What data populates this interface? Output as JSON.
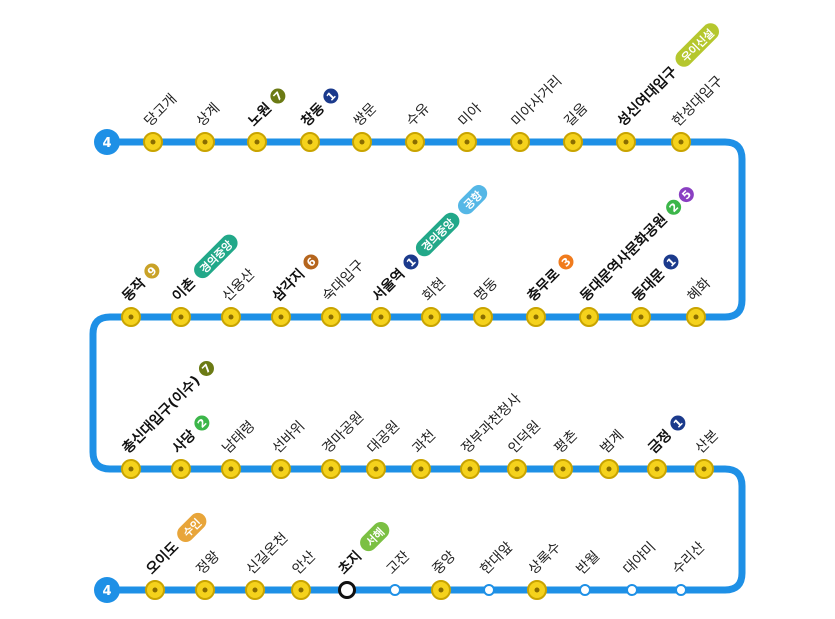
{
  "line": {
    "number": "4",
    "color": "#1e90e6",
    "station_fill": "#f5d21c",
    "station_ring": "#c9a400"
  },
  "terminals": {
    "top": "4",
    "bottom": "4"
  },
  "rows": [
    {
      "stations": [
        {
          "name": "당고개"
        },
        {
          "name": "상계"
        },
        {
          "name": "노원",
          "transfers": [
            {
              "type": "badge",
              "text": "7",
              "color": "#6b7a14"
            }
          ]
        },
        {
          "name": "창동",
          "transfers": [
            {
              "type": "badge",
              "text": "1",
              "color": "#1b3a8c"
            }
          ]
        },
        {
          "name": "쌍문"
        },
        {
          "name": "수유"
        },
        {
          "name": "미아"
        },
        {
          "name": "미아사거리"
        },
        {
          "name": "길음"
        },
        {
          "name": "성신여대입구",
          "transfers": [
            {
              "type": "pill",
              "text": "우이신설",
              "color": "#b5c72e"
            }
          ]
        },
        {
          "name": "한성대입구"
        }
      ]
    },
    {
      "stations": [
        {
          "name": "동작",
          "transfers": [
            {
              "type": "badge",
              "text": "9",
              "color": "#c9a227"
            }
          ]
        },
        {
          "name": "이촌",
          "transfers": [
            {
              "type": "pill",
              "text": "경의중앙",
              "color": "#22a889"
            }
          ]
        },
        {
          "name": "신용산"
        },
        {
          "name": "삼각지",
          "transfers": [
            {
              "type": "badge",
              "text": "6",
              "color": "#b5651d"
            }
          ]
        },
        {
          "name": "숙대입구"
        },
        {
          "name": "서울역",
          "transfers": [
            {
              "type": "badge",
              "text": "1",
              "color": "#1b3a8c"
            },
            {
              "type": "pill",
              "text": "경의중앙",
              "color": "#22a889"
            },
            {
              "type": "pill",
              "text": "공항",
              "color": "#55b7e6"
            }
          ]
        },
        {
          "name": "회현"
        },
        {
          "name": "명동"
        },
        {
          "name": "충무로",
          "transfers": [
            {
              "type": "badge",
              "text": "3",
              "color": "#f07b1d"
            }
          ]
        },
        {
          "name": "동대문역사문화공원",
          "transfers": [
            {
              "type": "badge",
              "text": "2",
              "color": "#3cb64a"
            },
            {
              "type": "badge",
              "text": "5",
              "color": "#8a3fc2"
            }
          ]
        },
        {
          "name": "동대문",
          "transfers": [
            {
              "type": "badge",
              "text": "1",
              "color": "#1b3a8c"
            }
          ]
        },
        {
          "name": "혜화"
        }
      ]
    },
    {
      "stations": [
        {
          "name": "총신대입구(이수)",
          "transfers": [
            {
              "type": "badge",
              "text": "7",
              "color": "#6b7a14"
            }
          ]
        },
        {
          "name": "사당",
          "transfers": [
            {
              "type": "badge",
              "text": "2",
              "color": "#3cb64a"
            }
          ]
        },
        {
          "name": "남태령"
        },
        {
          "name": "선바위"
        },
        {
          "name": "경마공원"
        },
        {
          "name": "대공원"
        },
        {
          "name": "과천"
        },
        {
          "name": "정부과천청사"
        },
        {
          "name": "인덕원"
        },
        {
          "name": "평촌"
        },
        {
          "name": "범계"
        },
        {
          "name": "금정",
          "transfers": [
            {
              "type": "badge",
              "text": "1",
              "color": "#1b3a8c"
            }
          ]
        },
        {
          "name": "산본"
        }
      ]
    },
    {
      "stations": [
        {
          "name": "오이도",
          "transfers": [
            {
              "type": "pill",
              "text": "수인",
              "color": "#e8a53a"
            }
          ]
        },
        {
          "name": "정왕"
        },
        {
          "name": "신길온천"
        },
        {
          "name": "안산"
        },
        {
          "name": "초지",
          "marker": "transfer-ring",
          "transfers": [
            {
              "type": "pill",
              "text": "서해",
              "color": "#7bc043"
            }
          ]
        },
        {
          "name": "고잔",
          "marker": "small"
        },
        {
          "name": "중앙"
        },
        {
          "name": "한대앞",
          "marker": "small"
        },
        {
          "name": "상록수"
        },
        {
          "name": "반월",
          "marker": "small"
        },
        {
          "name": "대야미",
          "marker": "small"
        },
        {
          "name": "수리산",
          "marker": "small"
        }
      ]
    }
  ]
}
